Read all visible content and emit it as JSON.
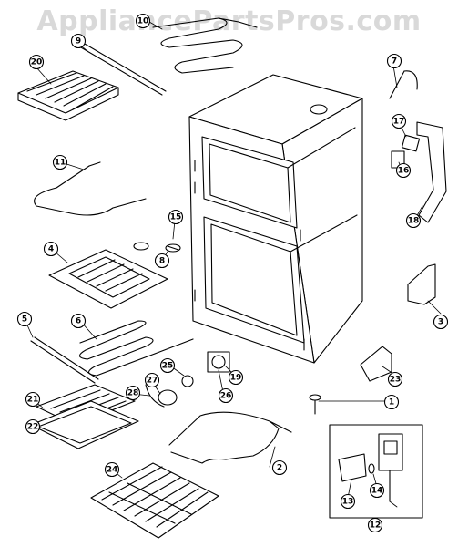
{
  "watermark": "AppliancePartsPros.com",
  "callouts": [
    "1",
    "2",
    "3",
    "4",
    "5",
    "6",
    "7",
    "8",
    "10",
    "11",
    "12",
    "13",
    "14",
    "15",
    "16",
    "17",
    "18",
    "19",
    "20",
    "21",
    "22",
    "23",
    "24",
    "25",
    "26",
    "27",
    "28",
    "9"
  ],
  "colors": {
    "line": "#000000",
    "background": "#ffffff",
    "watermark": "#d9d9d9"
  }
}
